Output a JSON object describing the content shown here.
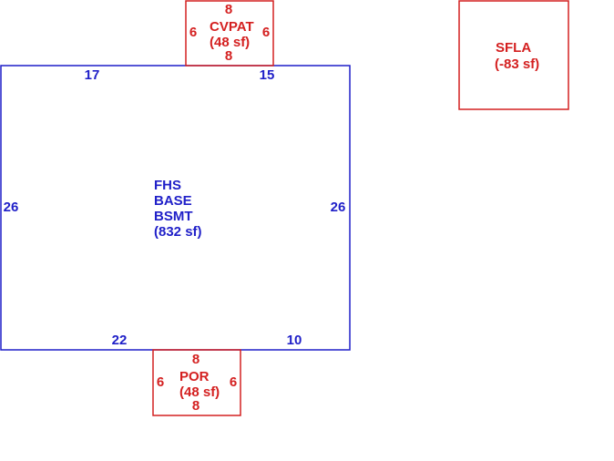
{
  "colors": {
    "main": "#1f1fc8",
    "addon": "#d42020"
  },
  "cvpat": {
    "label": "CVPAT",
    "area": "(48 sf)",
    "dim_top": "8",
    "dim_bottom": "8",
    "dim_left": "6",
    "dim_right": "6"
  },
  "sfla": {
    "label": "SFLA",
    "area": "(-83 sf)"
  },
  "main": {
    "line1": "FHS",
    "line2": "BASE",
    "line3": "BSMT",
    "area": "(832 sf)",
    "dim_top_left": "17",
    "dim_top_right": "15",
    "dim_left": "26",
    "dim_right": "26",
    "dim_bottom_left": "22",
    "dim_bottom_right": "10"
  },
  "por": {
    "label": "POR",
    "area": "(48 sf)",
    "dim_top": "8",
    "dim_bottom": "8",
    "dim_left": "6",
    "dim_right": "6"
  }
}
